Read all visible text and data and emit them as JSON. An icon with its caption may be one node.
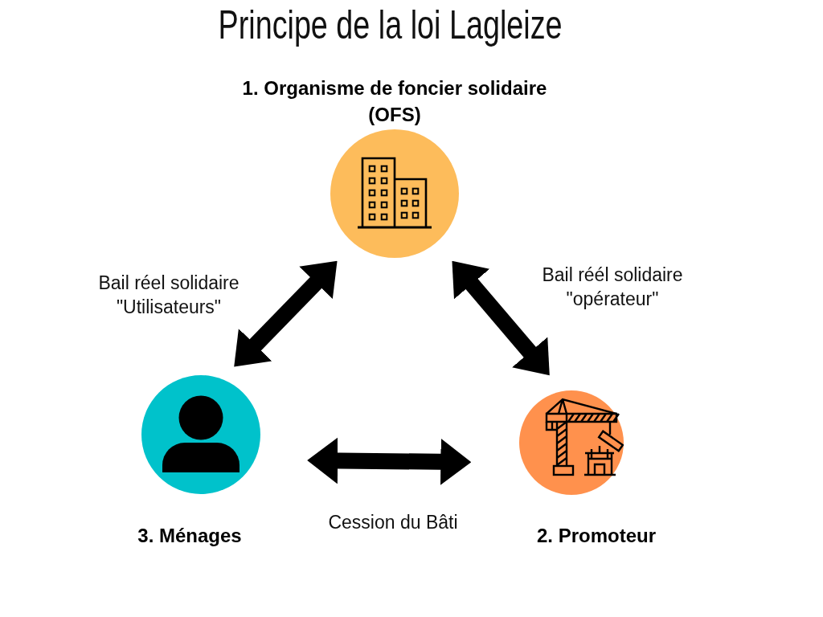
{
  "diagram": {
    "title": "Principe de la loi Lagleize",
    "nodes": [
      {
        "text": [
          "1. Organisme de foncier solidaire (OFS)"
        ]
      },
      {
        "text": [
          "3. Ménages"
        ]
      },
      {
        "text": [
          "2. Promoteur"
        ]
      }
    ],
    "edges": [
      {
        "from": 0,
        "to": 1,
        "arrow": "both",
        "label": "Bail réel solidaire \"Utilisateurs\""
      },
      {
        "from": 0,
        "to": 2,
        "arrow": "both",
        "label": "Bail réél solidaire \"opérateur\""
      },
      {
        "from": 1,
        "to": 2,
        "arrow": "both",
        "label": "Cession du Bâti"
      }
    ]
  }
}
